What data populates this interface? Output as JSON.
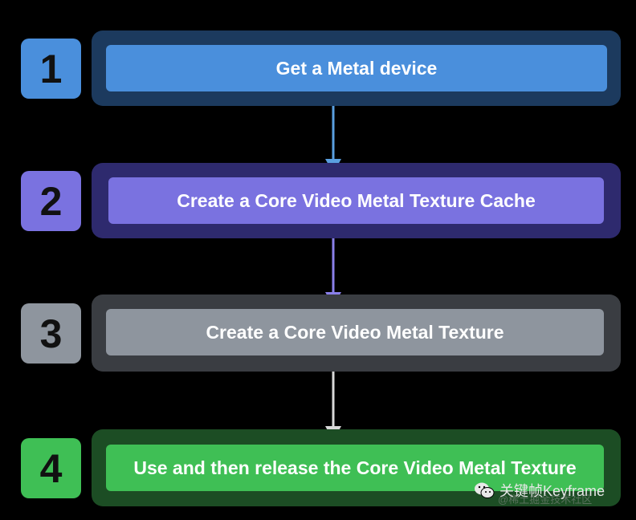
{
  "steps": [
    {
      "number": "1",
      "label": "Get a Metal device",
      "color": "#4a8fdc"
    },
    {
      "number": "2",
      "label": "Create a Core Video Metal Texture Cache",
      "color": "#7a72e0"
    },
    {
      "number": "3",
      "label": "Create a Core Video Metal Texture",
      "color": "#8e959e"
    },
    {
      "number": "4",
      "label": "Use and then release the Core Video Metal Texture",
      "color": "#3fbf55"
    }
  ],
  "watermark": {
    "brand": "关键帧Keyframe",
    "sub": "@稀土掘金技术社区",
    "icon": "wechat-icon"
  },
  "colors": {
    "arrow1": "#5a9fe0",
    "arrow2": "#8a80ea",
    "arrow3": "#d9d9d9"
  }
}
